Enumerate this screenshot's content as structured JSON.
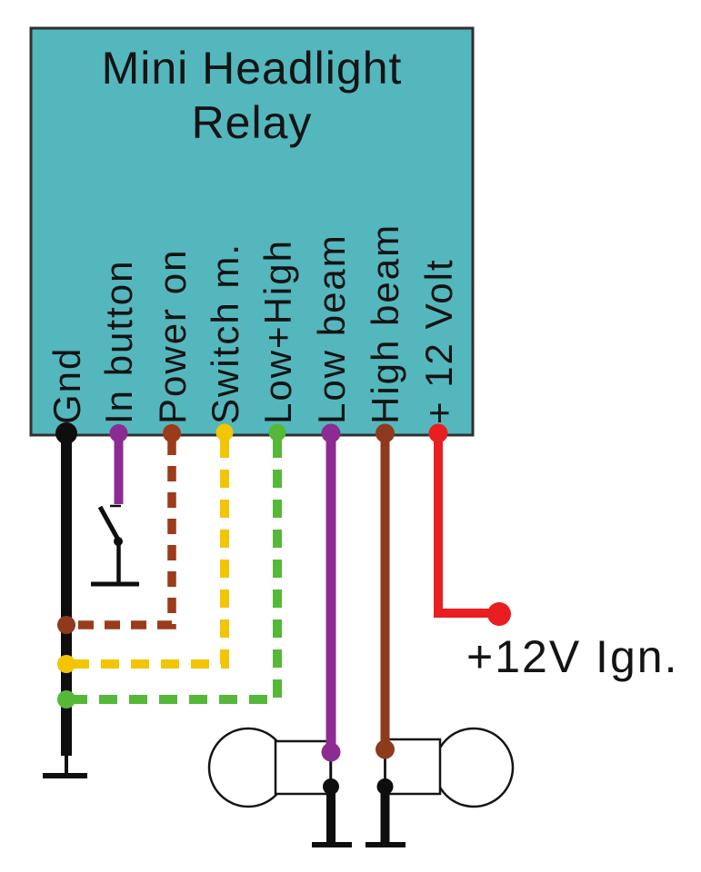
{
  "diagram": {
    "title_line1": "Mini Headlight",
    "title_line2": "Relay",
    "annotation": "+12V Ign."
  },
  "pins": [
    {
      "label": "Gnd",
      "color_key": "black",
      "wire_style": "solid",
      "connects_to": "ground"
    },
    {
      "label": "In button",
      "color_key": "purple",
      "wire_style": "solid",
      "connects_to": "push-button to ground"
    },
    {
      "label": "Power on",
      "color_key": "brown_dash",
      "wire_style": "dashed",
      "connects_to": "ground wire"
    },
    {
      "label": "Switch m.",
      "color_key": "yellow",
      "wire_style": "dashed",
      "connects_to": "ground wire"
    },
    {
      "label": "Low+High",
      "color_key": "green",
      "wire_style": "dashed",
      "connects_to": "ground wire"
    },
    {
      "label": "Low beam",
      "color_key": "purple",
      "wire_style": "solid",
      "connects_to": "left bulb"
    },
    {
      "label": "High beam",
      "color_key": "brown",
      "wire_style": "solid",
      "connects_to": "right bulb"
    },
    {
      "label": "+ 12 Volt",
      "color_key": "red",
      "wire_style": "solid",
      "connects_to": "+12V Ign."
    }
  ],
  "colors": {
    "box_fill": "#54b7bd",
    "box_border": "#303030",
    "text": "#141414",
    "black": "#0e0e0e",
    "purple": "#8c2c92",
    "brown": "#8e3a1d",
    "brown_dash": "#9c3b1a",
    "yellow": "#f3c402",
    "green": "#55b838",
    "red": "#e81e20"
  }
}
